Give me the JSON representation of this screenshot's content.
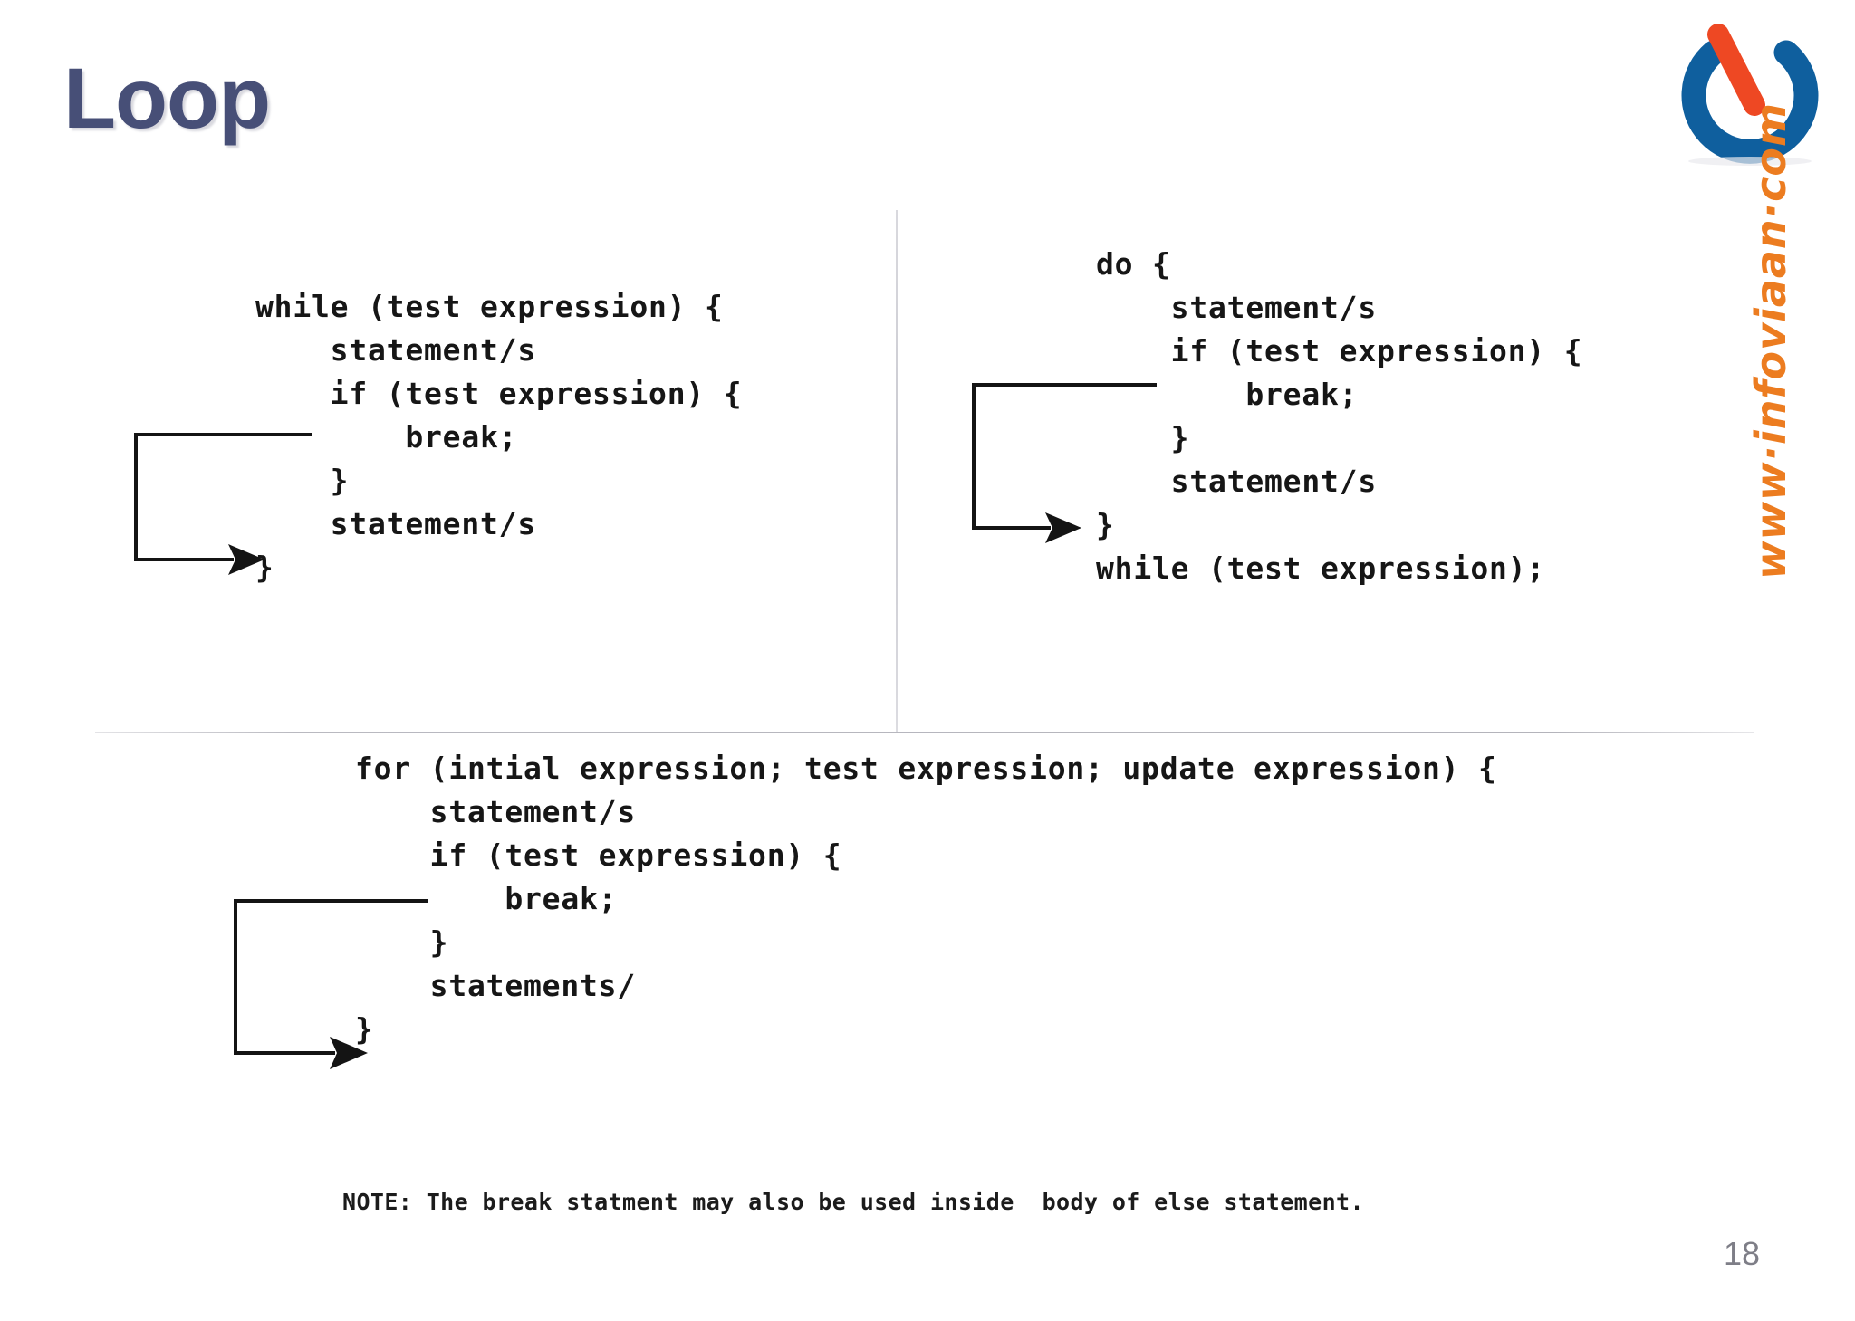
{
  "slide": {
    "title": "Loop",
    "page_number": "18",
    "watermark": "www·infoviaan·com",
    "title_color": "#474f77",
    "watermark_color": "#ec7c20",
    "page_number_color": "#7e7e87",
    "background_color": "#ffffff"
  },
  "logo": {
    "name": "power-button-logo",
    "ring_color": "#0f5f9e",
    "slash_color": "#ee4823"
  },
  "blocks": {
    "while_loop": {
      "name": "while-loop-pseudocode",
      "code": "while (test expression) {\n    statement/s\n    if (test expression) {\n        break;\n    }\n    statement/s\n}"
    },
    "do_while_loop": {
      "name": "do-while-loop-pseudocode",
      "code": "do {\n    statement/s\n    if (test expression) {\n        break;\n    }\n    statement/s\n}\nwhile (test expression);"
    },
    "for_loop": {
      "name": "for-loop-pseudocode",
      "code": "for (intial expression; test expression; update expression) {\n    statement/s\n    if (test expression) {\n        break;\n    }\n    statements/\n}"
    }
  },
  "note": {
    "text": "NOTE: The break statment may also be used inside  body of else statement."
  },
  "arrows": {
    "while_break": "break-exit-arrow",
    "do_while_break": "break-exit-arrow",
    "for_break": "break-exit-arrow"
  }
}
